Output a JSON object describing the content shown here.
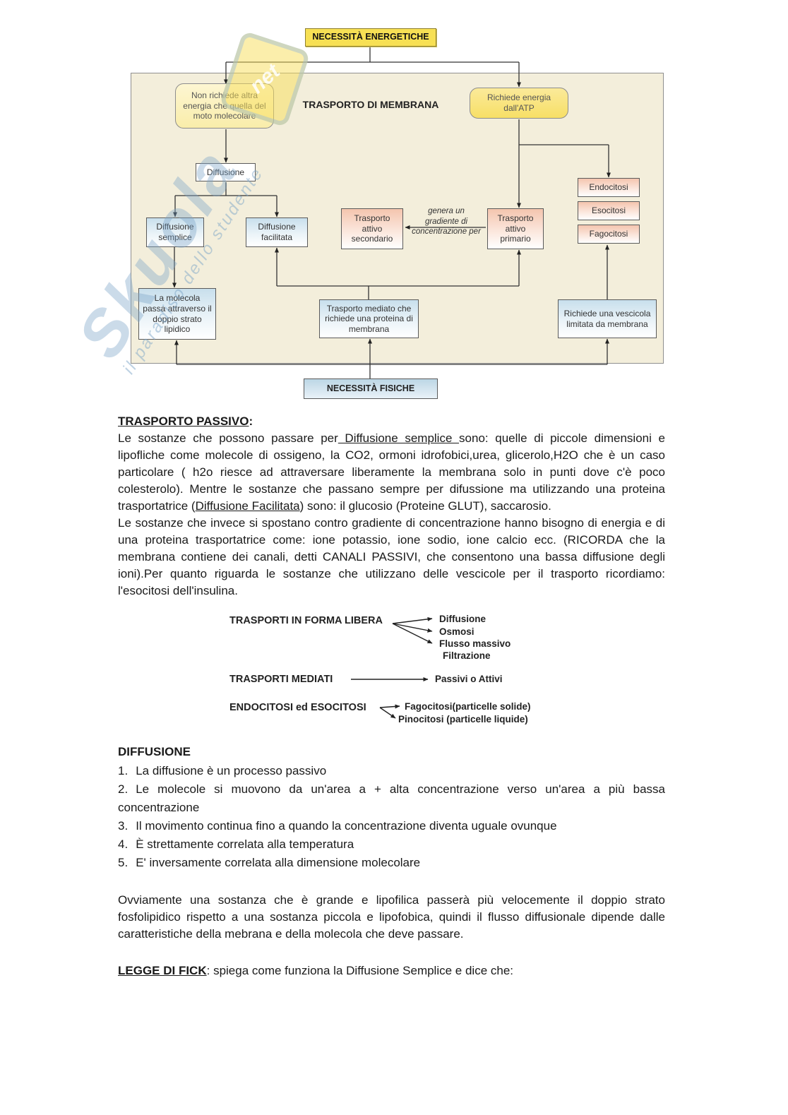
{
  "colors": {
    "beige_panel": "#f3eedb",
    "yellow_box": "#f7e054",
    "pink_box": "#f4c5ae",
    "blue_box": "#c8dfec",
    "watermark_blue": "#7da5c8"
  },
  "flowchart": {
    "necessita_energetiche": "NECESSITÀ ENERGETICHE",
    "title": "TRASPORTO DI MEMBRANA",
    "no_energy_label": "Non richiede altra energia che quella del moto molecolare",
    "atp_label": "Richiede energia dall'ATP",
    "diffusione": "Diffusione",
    "diffusione_semplice": "Diffusione semplice",
    "diffusione_facilitata": "Diffusione facilitata",
    "trasporto_attivo_secondario": "Trasporto attivo secondario",
    "genera_label": "genera un gradiente di concentrazione per",
    "trasporto_attivo_primario": "Trasporto attivo primario",
    "endocitosi": "Endocitosi",
    "esocitosi": "Esocitosi",
    "fagocitosi": "Fagocitosi",
    "molecola_label": "La molecola passa attraverso il doppio strato lipidico",
    "mediato_label": "Trasporto mediato che richiede una proteina di membrana",
    "vescicola_label": "Richiede una vescicola limitata da membrana",
    "necessita_fisiche": "NECESSITÀ FISICHE",
    "watermark_main": "Skuola",
    "watermark_net": "net",
    "watermark_sub": "il paradiso dello studente"
  },
  "trasporto_passivo": {
    "heading": "TRASPORTO PASSIVO",
    "heading_colon": ":",
    "p1_a": "Le sostanze che possono passare per",
    "p1_u1": " Diffusione semplice ",
    "p1_b": "sono: quelle di piccole dimensioni e lipofliche come molecole di ossigeno, la CO2, ormoni idrofobici,urea, glicerolo,H2O che è un caso particolare ( h2o riesce ad attraversare liberamente la membrana solo in punti dove c'è poco colesterolo). Mentre le sostanze che passano sempre per difussione ma utilizzando una proteina trasportatrice (",
    "p1_u2": "Diffusione Facilitata",
    "p1_c": ") sono: il glucosio (Proteine GLUT), saccarosio.",
    "p2": "Le sostanze che invece si spostano contro gradiente di concentrazione hanno bisogno di energia e di una proteina trasportatrice come: ione potassio, ione sodio, ione calcio ecc. (RICORDA che la membrana contiene dei canali, detti CANALI PASSIVI, che consentono una bassa diffusione degli ioni).Per quanto riguarda le sostanze che utilizzano delle vescicole per il trasporto ricordiamo: l'esocitosi dell'insulina."
  },
  "schema": {
    "forma_libera_label": "TRASPORTI IN FORMA LIBERA",
    "forma_libera_targets": [
      "Diffusione",
      "Osmosi",
      "Flusso massivo",
      "Filtrazione"
    ],
    "mediati_label": "TRASPORTI MEDIATI",
    "mediati_target": "Passivi o Attivi",
    "endocitosi_label": "ENDOCITOSI ed ESOCITOSI",
    "endocitosi_targets": [
      "Fagocitosi(particelle solide)",
      "Pinocitosi (particelle liquide)"
    ]
  },
  "diffusione_section": {
    "heading": "DIFFUSIONE",
    "items": [
      {
        "num": "1.",
        "text": "La diffusione è un processo passivo"
      },
      {
        "num": "2.",
        "text": "Le molecole si muovono da un'area a + alta concentrazione verso un'area a più bassa concentrazione"
      },
      {
        "num": "3.",
        "text": "Il movimento continua fino a quando la concentrazione diventa uguale ovunque"
      },
      {
        "num": "4.",
        "text": "È strettamente correlata alla temperatura"
      },
      {
        "num": "5.",
        "text": "E' inversamente correlata alla dimensione molecolare"
      }
    ],
    "p3": "Ovviamente una sostanza che è grande e lipofilica passerà più velocemente il doppio strato fosfolipidico rispetto a una sostanza piccola e lipofobica, quindi il flusso diffusionale dipende dalle caratteristiche della mebrana e della molecola che deve passare."
  },
  "legge_fick": {
    "heading": "LEGGE DI FICK",
    "rest": ": spiega come funziona la Diffusione Semplice e dice che:"
  }
}
